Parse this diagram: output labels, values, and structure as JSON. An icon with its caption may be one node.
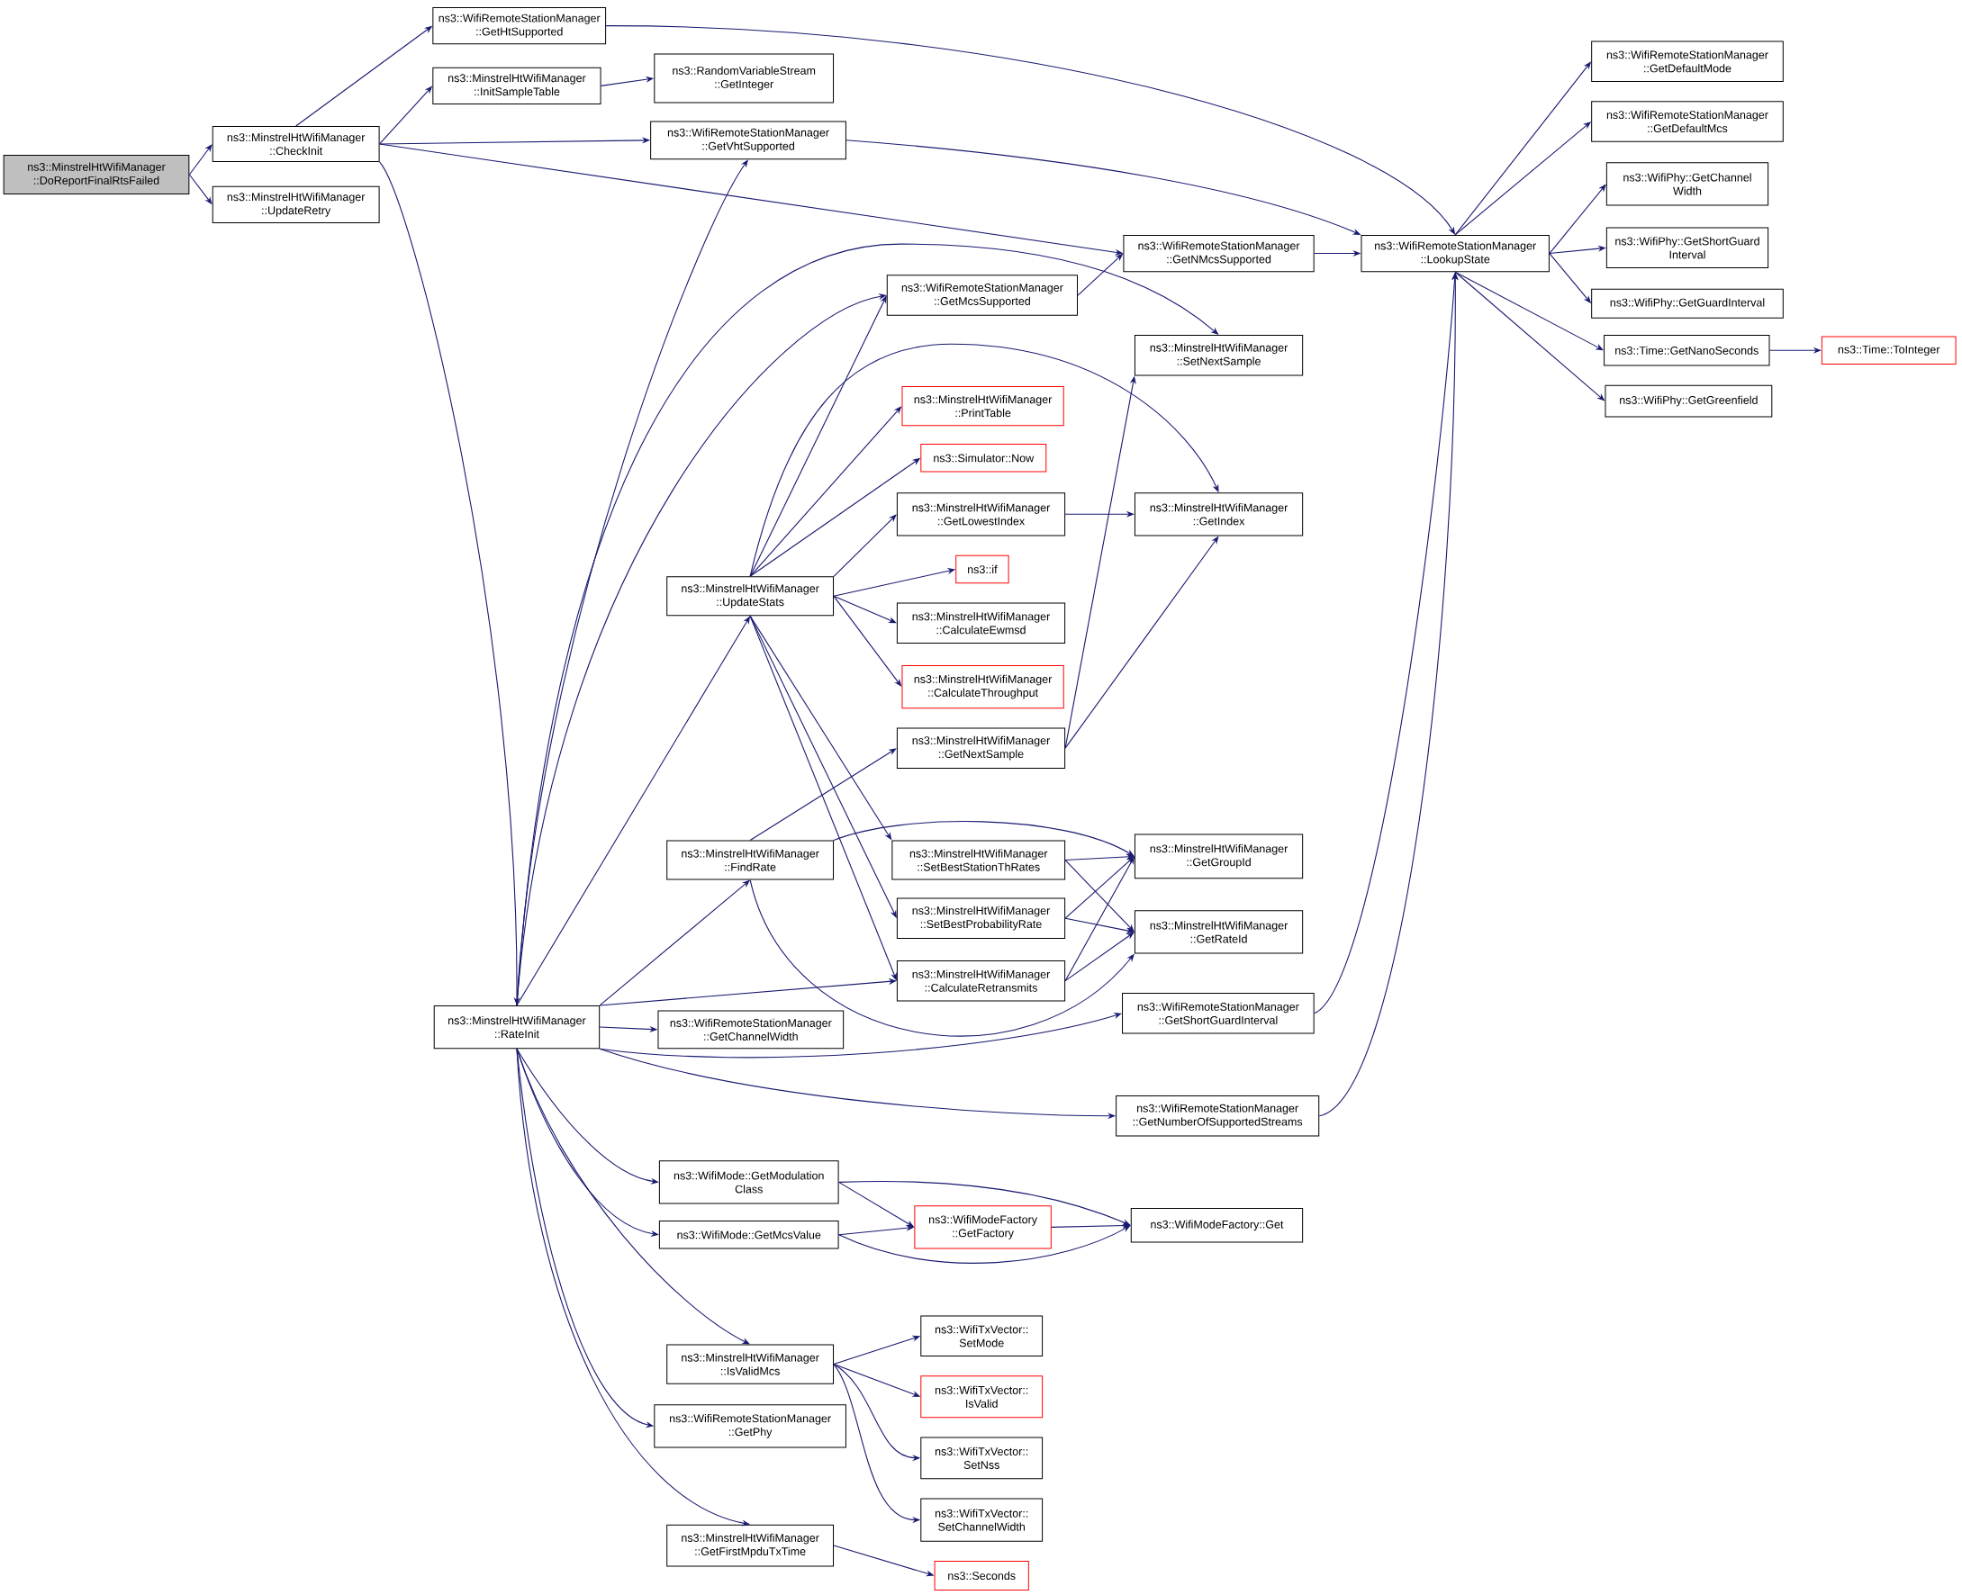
{
  "diagram": {
    "nodes": [
      {
        "text": [
          "ns3::MinstrelHtWifiManager ::DoReportFinalRtsFailed"
        ]
      },
      {
        "text": [
          "ns3::MinstrelHtWifiManager ::CheckInit"
        ]
      },
      {
        "text": [
          "ns3::MinstrelHtWifiManager ::UpdateRetry"
        ]
      },
      {
        "text": [
          "ns3::WifiRemoteStationManager ::GetHtSupported"
        ]
      },
      {
        "text": [
          "ns3::MinstrelHtWifiManager ::InitSampleTable"
        ]
      },
      {
        "text": [
          "ns3::RandomVariableStream ::GetInteger"
        ]
      },
      {
        "text": [
          "ns3::WifiRemoteStationManager ::GetVhtSupported"
        ]
      },
      {
        "text": [
          "ns3::WifiRemoteStationManager ::LookupState"
        ]
      },
      {
        "text": [
          "ns3::WifiRemoteStationManager ::GetNMcsSupported"
        ]
      },
      {
        "text": [
          "ns3::WifiRemoteStationManager ::GetMcsSupported"
        ]
      },
      {
        "text": [
          "ns3::MinstrelHtWifiManager ::SetNextSample"
        ]
      },
      {
        "text": [
          "ns3::MinstrelHtWifiManager ::PrintTable"
        ]
      },
      {
        "text": [
          "ns3::Simulator::Now"
        ]
      },
      {
        "text": [
          "ns3::MinstrelHtWifiManager ::GetLowestIndex"
        ]
      },
      {
        "text": [
          "ns3::MinstrelHtWifiManager ::GetIndex"
        ]
      },
      {
        "text": [
          "ns3::if"
        ]
      },
      {
        "text": [
          "ns3::MinstrelHtWifiManager ::UpdateStats"
        ]
      },
      {
        "text": [
          "ns3::MinstrelHtWifiManager ::CalculateEwmsd"
        ]
      },
      {
        "text": [
          "ns3::MinstrelHtWifiManager ::CalculateThroughput"
        ]
      },
      {
        "text": [
          "ns3::MinstrelHtWifiManager ::GetNextSample"
        ]
      },
      {
        "text": [
          "ns3::MinstrelHtWifiManager ::FindRate"
        ]
      },
      {
        "text": [
          "ns3::MinstrelHtWifiManager ::SetBestStationThRates"
        ]
      },
      {
        "text": [
          "ns3::MinstrelHtWifiManager ::GetGroupId"
        ]
      },
      {
        "text": [
          "ns3::MinstrelHtWifiManager ::SetBestProbabilityRate"
        ]
      },
      {
        "text": [
          "ns3::MinstrelHtWifiManager ::GetRateId"
        ]
      },
      {
        "text": [
          "ns3::MinstrelHtWifiManager ::CalculateRetransmits"
        ]
      },
      {
        "text": [
          "ns3::MinstrelHtWifiManager ::RateInit"
        ]
      },
      {
        "text": [
          "ns3::WifiRemoteStationManager ::GetChannelWidth"
        ]
      },
      {
        "text": [
          "ns3::WifiRemoteStationManager ::GetShortGuardInterval"
        ]
      },
      {
        "text": [
          "ns3::WifiRemoteStationManager ::GetNumberOfSupportedStreams"
        ]
      },
      {
        "text": [
          "ns3::WifiMode::GetModulation Class"
        ]
      },
      {
        "text": [
          "ns3::WifiMode::GetMcsValue"
        ]
      },
      {
        "text": [
          "ns3::WifiModeFactory ::GetFactory"
        ]
      },
      {
        "text": [
          "ns3::WifiModeFactory::Get"
        ]
      },
      {
        "text": [
          "ns3::MinstrelHtWifiManager ::IsValidMcs"
        ]
      },
      {
        "text": [
          "ns3::WifiTxVector:: SetMode"
        ]
      },
      {
        "text": [
          "ns3::WifiTxVector:: IsValid"
        ]
      },
      {
        "text": [
          "ns3::WifiRemoteStationManager ::GetPhy"
        ]
      },
      {
        "text": [
          "ns3::WifiTxVector:: SetNss"
        ]
      },
      {
        "text": [
          "ns3::WifiTxVector:: SetChannelWidth"
        ]
      },
      {
        "text": [
          "ns3::MinstrelHtWifiManager ::GetFirstMpduTxTime"
        ]
      },
      {
        "text": [
          "ns3::Seconds"
        ]
      },
      {
        "text": [
          "ns3::WifiRemoteStationManager ::GetDefaultMode"
        ]
      },
      {
        "text": [
          "ns3::WifiRemoteStationManager ::GetDefaultMcs"
        ]
      },
      {
        "text": [
          "ns3::WifiPhy::GetChannel Width"
        ]
      },
      {
        "text": [
          "ns3::WifiPhy::GetShortGuard Interval"
        ]
      },
      {
        "text": [
          "ns3::WifiPhy::GetGuardInterval"
        ]
      },
      {
        "text": [
          "ns3::Time::GetNanoSeconds"
        ]
      },
      {
        "text": [
          "ns3::Time::ToInteger"
        ]
      },
      {
        "text": [
          "ns3::WifiPhy::GetGreenfield"
        ]
      }
    ],
    "edges": [
      {
        "from": 0,
        "to": 1,
        "arrow": "to"
      },
      {
        "from": 0,
        "to": 2,
        "arrow": "to"
      },
      {
        "from": 1,
        "to": 3,
        "arrow": "to"
      },
      {
        "from": 1,
        "to": 4,
        "arrow": "to"
      },
      {
        "from": 1,
        "to": 6,
        "arrow": "to"
      },
      {
        "from": 1,
        "to": 8,
        "arrow": "to"
      },
      {
        "from": 1,
        "to": 26,
        "arrow": "to"
      },
      {
        "from": 3,
        "to": 7,
        "arrow": "to"
      },
      {
        "from": 4,
        "to": 5,
        "arrow": "to"
      },
      {
        "from": 6,
        "to": 7,
        "arrow": "to"
      },
      {
        "from": 8,
        "to": 7,
        "arrow": "to"
      },
      {
        "from": 7,
        "to": 42,
        "arrow": "to"
      },
      {
        "from": 7,
        "to": 43,
        "arrow": "to"
      },
      {
        "from": 7,
        "to": 44,
        "arrow": "to"
      },
      {
        "from": 7,
        "to": 45,
        "arrow": "to"
      },
      {
        "from": 7,
        "to": 46,
        "arrow": "to"
      },
      {
        "from": 7,
        "to": 47,
        "arrow": "to"
      },
      {
        "from": 7,
        "to": 49,
        "arrow": "to"
      },
      {
        "from": 47,
        "to": 48,
        "arrow": "to"
      },
      {
        "from": 9,
        "to": 8,
        "arrow": "to"
      },
      {
        "from": 26,
        "to": 6,
        "arrow": "to"
      },
      {
        "from": 26,
        "to": 9,
        "arrow": "to"
      },
      {
        "from": 26,
        "to": 10,
        "arrow": "to"
      },
      {
        "from": 26,
        "to": 16,
        "arrow": "to"
      },
      {
        "from": 26,
        "to": 20,
        "arrow": "to"
      },
      {
        "from": 26,
        "to": 25,
        "arrow": "to"
      },
      {
        "from": 26,
        "to": 27,
        "arrow": "to"
      },
      {
        "from": 26,
        "to": 28,
        "arrow": "to"
      },
      {
        "from": 26,
        "to": 29,
        "arrow": "to"
      },
      {
        "from": 26,
        "to": 30,
        "arrow": "to"
      },
      {
        "from": 26,
        "to": 31,
        "arrow": "to"
      },
      {
        "from": 26,
        "to": 34,
        "arrow": "to"
      },
      {
        "from": 26,
        "to": 37,
        "arrow": "to"
      },
      {
        "from": 26,
        "to": 40,
        "arrow": "to"
      },
      {
        "from": 16,
        "to": 9,
        "arrow": "to"
      },
      {
        "from": 16,
        "to": 11,
        "arrow": "to"
      },
      {
        "from": 16,
        "to": 12,
        "arrow": "to"
      },
      {
        "from": 16,
        "to": 13,
        "arrow": "to"
      },
      {
        "from": 16,
        "to": 14,
        "arrow": "to"
      },
      {
        "from": 16,
        "to": 15,
        "arrow": "to"
      },
      {
        "from": 16,
        "to": 17,
        "arrow": "to"
      },
      {
        "from": 16,
        "to": 18,
        "arrow": "to"
      },
      {
        "from": 16,
        "to": 21,
        "arrow": "to"
      },
      {
        "from": 16,
        "to": 23,
        "arrow": "to"
      },
      {
        "from": 16,
        "to": 25,
        "arrow": "to"
      },
      {
        "from": 13,
        "to": 14,
        "arrow": "to"
      },
      {
        "from": 19,
        "to": 10,
        "arrow": "to"
      },
      {
        "from": 19,
        "to": 14,
        "arrow": "to"
      },
      {
        "from": 20,
        "to": 19,
        "arrow": "to"
      },
      {
        "from": 20,
        "to": 22,
        "arrow": "to"
      },
      {
        "from": 20,
        "to": 24,
        "arrow": "to"
      },
      {
        "from": 21,
        "to": 22,
        "arrow": "to"
      },
      {
        "from": 21,
        "to": 24,
        "arrow": "to"
      },
      {
        "from": 23,
        "to": 22,
        "arrow": "to"
      },
      {
        "from": 23,
        "to": 24,
        "arrow": "to"
      },
      {
        "from": 25,
        "to": 22,
        "arrow": "to"
      },
      {
        "from": 25,
        "to": 24,
        "arrow": "to"
      },
      {
        "from": 28,
        "to": 7,
        "arrow": "to"
      },
      {
        "from": 29,
        "to": 7,
        "arrow": "to"
      },
      {
        "from": 30,
        "to": 32,
        "arrow": "to"
      },
      {
        "from": 30,
        "to": 33,
        "arrow": "to"
      },
      {
        "from": 31,
        "to": 32,
        "arrow": "to"
      },
      {
        "from": 31,
        "to": 33,
        "arrow": "to"
      },
      {
        "from": 32,
        "to": 33,
        "arrow": "to"
      },
      {
        "from": 34,
        "to": 35,
        "arrow": "to"
      },
      {
        "from": 34,
        "to": 36,
        "arrow": "to"
      },
      {
        "from": 34,
        "to": 38,
        "arrow": "to"
      },
      {
        "from": 34,
        "to": 39,
        "arrow": "to"
      },
      {
        "from": 40,
        "to": 41,
        "arrow": "to"
      }
    ]
  }
}
